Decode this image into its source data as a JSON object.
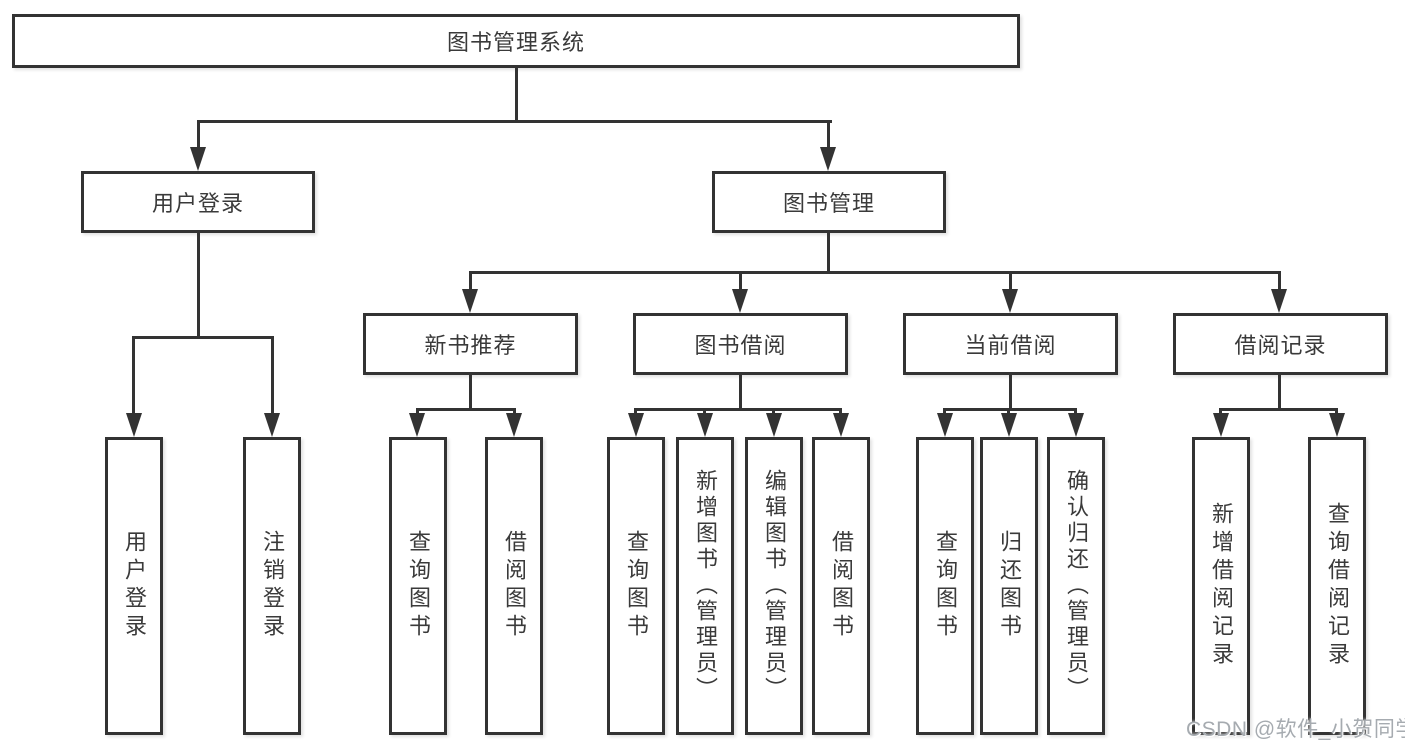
{
  "diagram_title": "图书管理系统",
  "watermark": {
    "text": "CSDN @软件_小贺同学"
  },
  "colors": {
    "line": "#333333",
    "box_border": "#333333",
    "box_fill": "#ffffff",
    "text": "#3a3a3a",
    "watermark": "#a6abb0"
  },
  "tree": {
    "root": {
      "label": "图书管理系统"
    },
    "children": [
      {
        "label": "用户登录",
        "children": [
          {
            "label": "用户登录"
          },
          {
            "label": "注销登录"
          }
        ]
      },
      {
        "label": "图书管理",
        "children": [
          {
            "label": "新书推荐",
            "children": [
              {
                "label": "查询图书"
              },
              {
                "label": "借阅图书"
              }
            ]
          },
          {
            "label": "图书借阅",
            "children": [
              {
                "label": "查询图书"
              },
              {
                "label": "新增图书（管理员）"
              },
              {
                "label": "编辑图书（管理员）"
              },
              {
                "label": "借阅图书"
              }
            ]
          },
          {
            "label": "当前借阅",
            "children": [
              {
                "label": "查询图书"
              },
              {
                "label": "归还图书"
              },
              {
                "label": "确认归还（管理员）"
              }
            ]
          },
          {
            "label": "借阅记录",
            "children": [
              {
                "label": "新增借阅记录"
              },
              {
                "label": "查询借阅记录"
              }
            ]
          }
        ]
      }
    ]
  }
}
